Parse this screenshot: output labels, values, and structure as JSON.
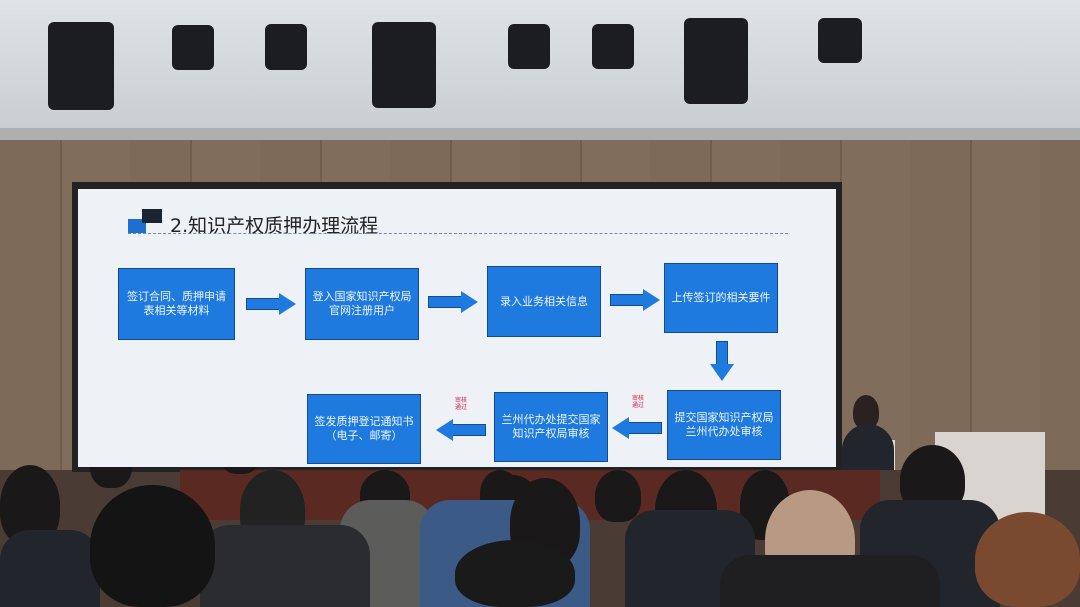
{
  "slide": {
    "title": "2.知识产权质押办理流程",
    "steps": [
      "签订合同、质押申请表相关等材料",
      "登入国家知识产权局官网注册用户",
      "录入业务相关信息",
      "上传签订的相关要件",
      "提交国家知识产权局兰州代办处审核",
      "兰州代办处提交国家知识产权局审核",
      "签发质押登记通知书（电子、邮寄）"
    ],
    "approval_note": "审核通过",
    "colors": {
      "box": "#1f7ae0",
      "note": "#d0244a"
    }
  }
}
